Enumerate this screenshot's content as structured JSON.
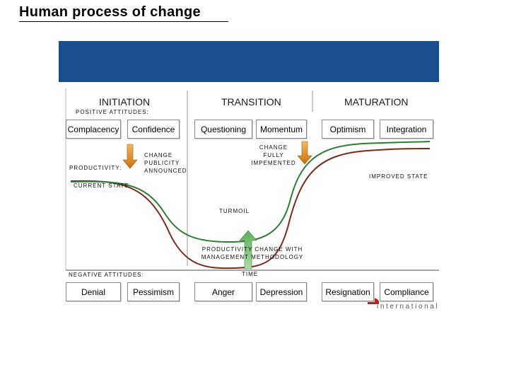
{
  "title": "Human process of change",
  "phases": [
    "INITIATION",
    "TRANSITION",
    "MATURATION"
  ],
  "labels": {
    "positive_attitudes": "POSITIVE ATTITUDES:",
    "negative_attitudes": "NEGATIVE ATTITUDES:",
    "productivity": "PRODUCTIVITY:",
    "current_state": "CURRENT STATE",
    "change_publicity": "CHANGE PUBLICITY ANNOUNCED",
    "change_implemented": "CHANGE FULLY IMPEMENTED",
    "improved_state": "IMPROVED STATE",
    "turmoil": "TURMOIL",
    "productivity_change": "PRODUCTIVITY CHANGE WITH MANAGEMENT METHODOLOGY",
    "time": "TIME"
  },
  "positive_attitudes": [
    "Complacency",
    "Confidence",
    "Questioning",
    "Momentum",
    "Optimism",
    "Integration"
  ],
  "negative_attitudes": [
    "Denial",
    "Pessimism",
    "Anger",
    "Depression",
    "Resignation",
    "Compliance"
  ],
  "logo_text": "international",
  "colors": {
    "banner": "#1a4f8f",
    "curve_with_methodology": "#2e7d32",
    "curve_without_methodology": "#7a2a1a",
    "arrow_orange": "#e08a1e",
    "arrow_green": "#7cc47a"
  }
}
